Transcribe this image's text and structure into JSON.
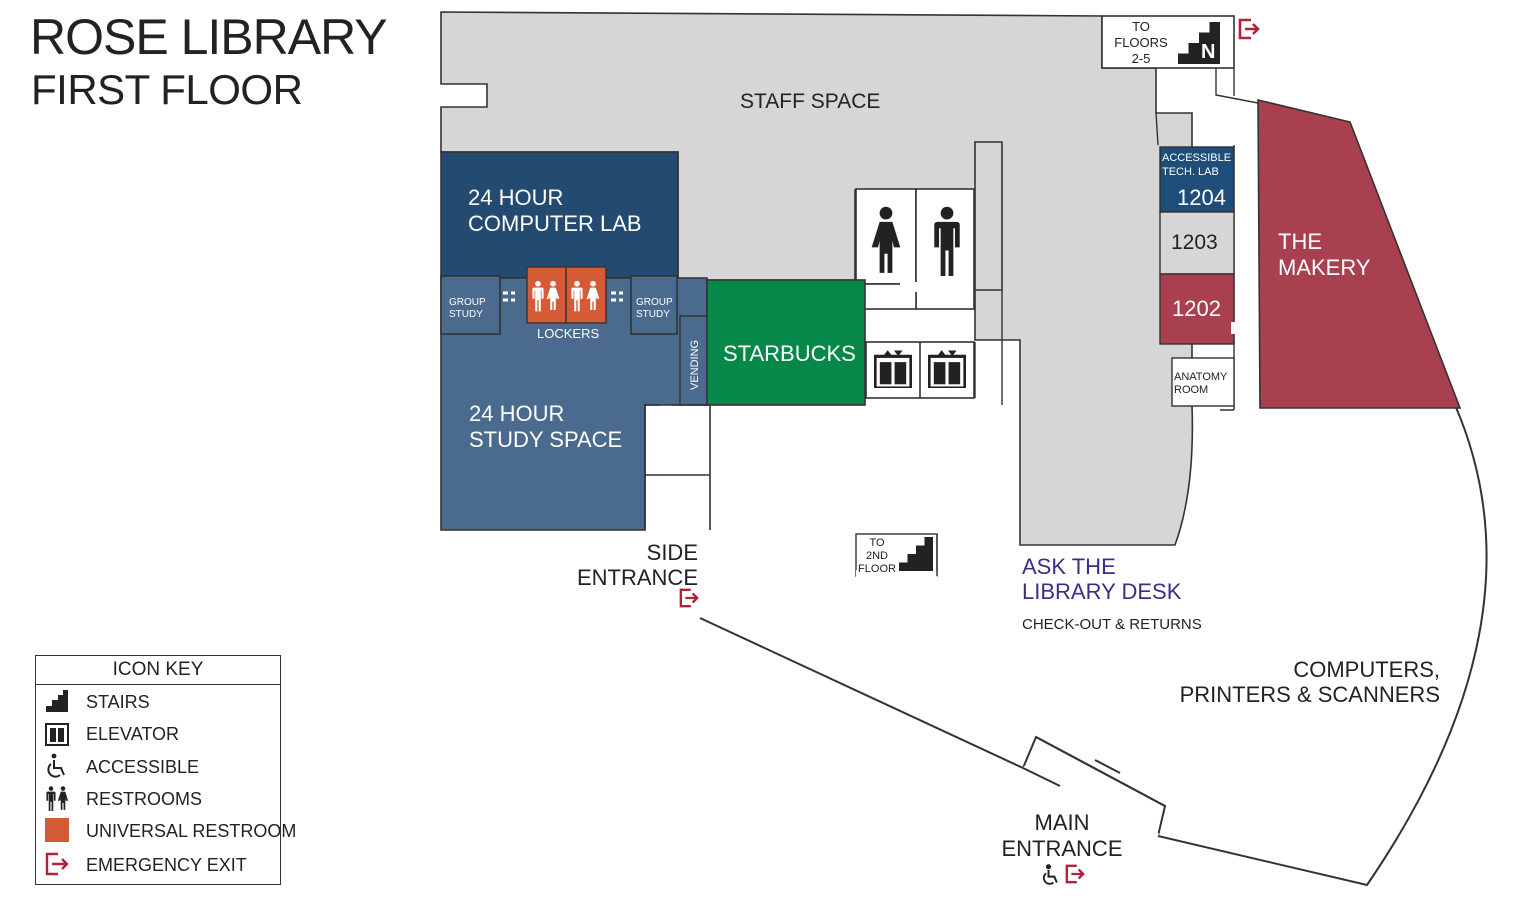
{
  "title": {
    "line1": "ROSE LIBRARY",
    "line2": "FIRST FLOOR"
  },
  "colors": {
    "staff": "#d6d6d6",
    "computer_lab": "#234a70",
    "study_space": "#4a6a8e",
    "starbucks": "#058848",
    "makery": "#a84050",
    "tech_lab": "#1f4d7a",
    "room_1202": "#a84050",
    "room_1203": "#d6d6d6",
    "restroom_universal": "#d55a36",
    "ask_desk": "#3a2f86",
    "exit": "#b22234"
  },
  "rooms": {
    "staff_space": "STAFF SPACE",
    "computer_lab": [
      "24 HOUR",
      "COMPUTER LAB"
    ],
    "study_space": [
      "24 HOUR",
      "STUDY SPACE"
    ],
    "starbucks": "STARBUCKS",
    "makery": [
      "THE",
      "MAKERY"
    ],
    "tech_lab": [
      "ACCESSIBLE",
      "TECH. LAB"
    ],
    "room_1204": "1204",
    "room_1203": "1203",
    "room_1202": "1202",
    "anatomy": [
      "ANATOMY",
      "ROOM"
    ],
    "group_study": [
      "GROUP",
      "STUDY"
    ],
    "lockers": "LOCKERS",
    "vending": "VENDING",
    "to_floors": [
      "TO",
      "FLOORS",
      "2-5"
    ],
    "to_2nd": [
      "TO",
      "2ND",
      "FLOOR"
    ],
    "north": "N"
  },
  "labels": {
    "side_entrance": [
      "SIDE",
      "ENTRANCE"
    ],
    "ask_desk": [
      "ASK THE",
      "LIBRARY DESK"
    ],
    "checkout": "CHECK-OUT & RETURNS",
    "computers": [
      "COMPUTERS,",
      "PRINTERS & SCANNERS"
    ],
    "main_entrance": [
      "MAIN",
      "ENTRANCE"
    ]
  },
  "icon_key": {
    "title": "ICON KEY",
    "items": [
      {
        "label": "STAIRS",
        "icon": "stairs-icon"
      },
      {
        "label": "ELEVATOR",
        "icon": "elevator-icon"
      },
      {
        "label": "ACCESSIBLE",
        "icon": "accessible-icon"
      },
      {
        "label": "RESTROOMS",
        "icon": "restrooms-icon"
      },
      {
        "label": "UNIVERSAL RESTROOM",
        "icon": "universal-restroom-icon"
      },
      {
        "label": "EMERGENCY EXIT",
        "icon": "emergency-exit-icon"
      }
    ]
  }
}
